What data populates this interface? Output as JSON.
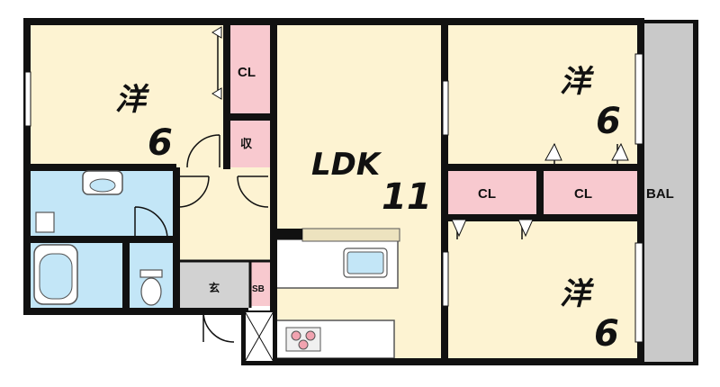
{
  "rooms": {
    "western_nw": {
      "type": "洋",
      "size": "6"
    },
    "western_ne": {
      "type": "洋",
      "size": "6"
    },
    "western_se": {
      "type": "洋",
      "size": "6"
    },
    "ldk": {
      "type": "LDK",
      "size": "11"
    }
  },
  "closets": {
    "cl_nw": "CL",
    "cl_mid_left": "CL",
    "cl_mid_right": "CL",
    "storage": "収",
    "shoe_box": "SB",
    "entrance": "玄"
  },
  "balcony": "BAL",
  "colors": {
    "room_floor": "#fdf3d2",
    "closet": "#f8c9cf",
    "wet_area": "#c3e6f7",
    "balcony": "#c9c9c9",
    "entrance_floor": "#d2d2d2",
    "wall": "#111111"
  },
  "icons": [
    "washbasin-icon",
    "bathtub-icon",
    "toilet-icon",
    "kitchen-sink-icon",
    "stove-icon"
  ]
}
